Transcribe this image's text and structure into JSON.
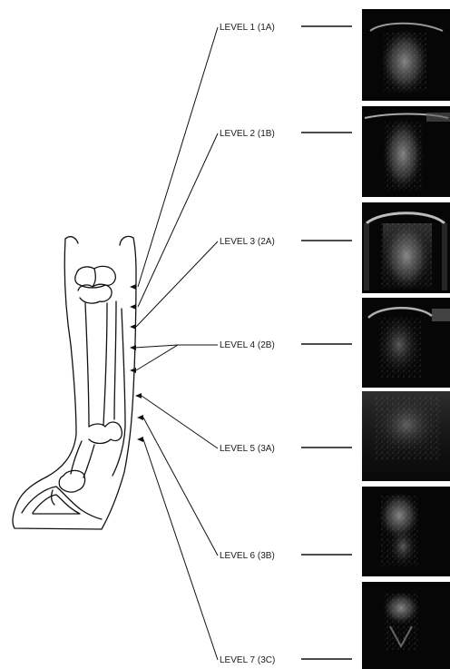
{
  "figure": {
    "levels": [
      {
        "label": "LEVEL 1 (1A)",
        "image": "ultrasound-level-1"
      },
      {
        "label": "LEVEL 2 (1B)",
        "image": "ultrasound-level-2"
      },
      {
        "label": "LEVEL 3 (2A)",
        "image": "ultrasound-level-3"
      },
      {
        "label": "LEVEL 4 (2B)",
        "image": "ultrasound-level-4"
      },
      {
        "label": "LEVEL 5 (3A)",
        "image": "ultrasound-level-5"
      },
      {
        "label": "LEVEL 6 (3B)",
        "image": "ultrasound-level-6"
      },
      {
        "label": "LEVEL 7 (3C)",
        "image": "ultrasound-level-7"
      }
    ],
    "colors": {
      "ink": "#111111",
      "ultrasound_bg": "#060606",
      "echo": "#bdbdbd"
    }
  }
}
